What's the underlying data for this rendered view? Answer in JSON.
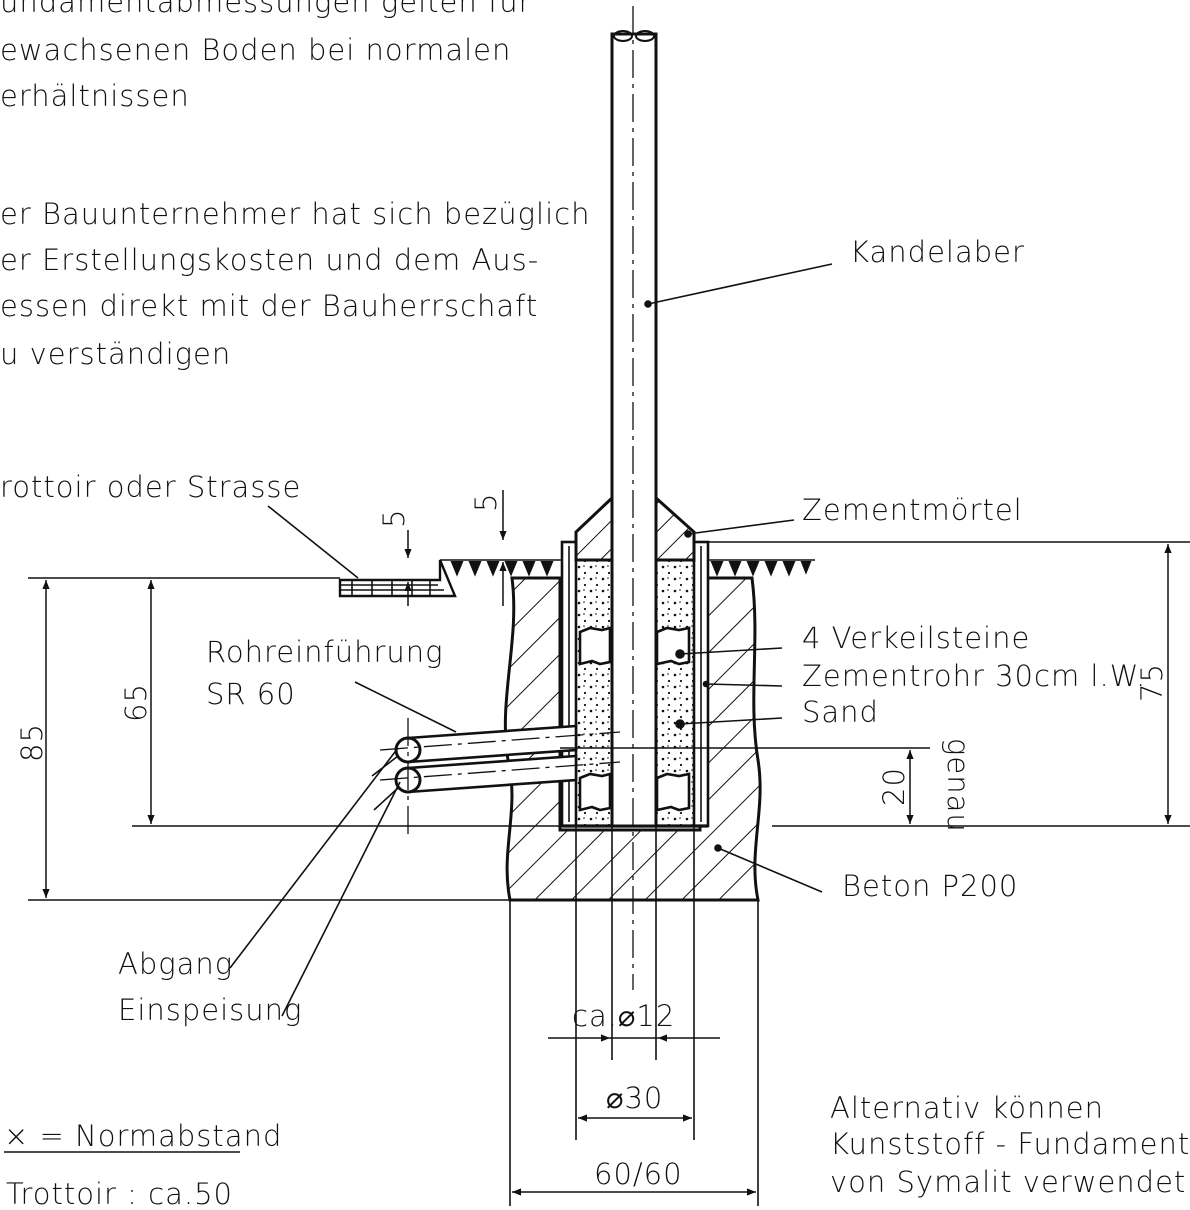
{
  "notes": {
    "line1": "undamentabmessungen gelten für",
    "line2": "ewachsenen Boden bei normalen",
    "line3": "erhältnissen",
    "para2_line1": "er Bauunternehmer hat sich bezüglich",
    "para2_line2": "er Erstellungskosten und dem Aus-",
    "para2_line3": "essen direkt mit der Bauherrschaft",
    "para2_line4": "u verständigen"
  },
  "labels": {
    "kandelaber": "Kandelaber",
    "trottoir": "rottoir oder Strasse",
    "zementmoertel": "Zementmörtel",
    "verkeilsteine": "4 Verkeilsteine",
    "zementrohr": "Zementrohr 30cm l.W.",
    "sand": "Sand",
    "rohreinfuehrung": "Rohreinführung",
    "sr60": "SR 60",
    "beton": "Beton P200",
    "abgang": "Abgang",
    "einspeisung": "Einspeisung",
    "genau": "genau"
  },
  "dimensions": {
    "d5_left": "5",
    "d5_right": "5",
    "d85": "85",
    "d65": "65",
    "d75": "75",
    "d20": "20",
    "d12": "ca.⌀12",
    "d30": "⌀30",
    "d6060": "60/60"
  },
  "legend": {
    "normabstand": "× = Normabstand",
    "trottoir_value": "Trottoir : ca.50"
  },
  "alternative": {
    "line1": "Alternativ können",
    "line2": "Kunststoff - Fundamentr",
    "line3": "von Symalit verwendet we"
  }
}
